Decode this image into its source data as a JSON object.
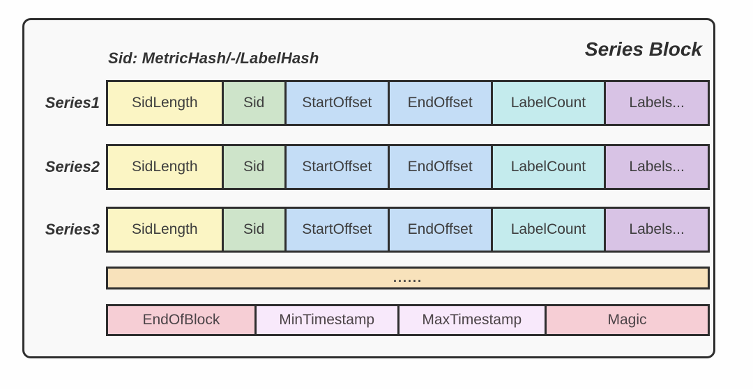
{
  "diagram": {
    "title": "Series Block",
    "subtitle": "Sid: MetricHash/-/LabelHash",
    "ellipsis": "......",
    "rows": [
      {
        "label": "Series1",
        "cells": [
          "SidLength",
          "Sid",
          "StartOffset",
          "EndOffset",
          "LabelCount",
          "Labels..."
        ]
      },
      {
        "label": "Series2",
        "cells": [
          "SidLength",
          "Sid",
          "StartOffset",
          "EndOffset",
          "LabelCount",
          "Labels..."
        ]
      },
      {
        "label": "Series3",
        "cells": [
          "SidLength",
          "Sid",
          "StartOffset",
          "EndOffset",
          "LabelCount",
          "Labels..."
        ]
      }
    ],
    "footer": {
      "cells": [
        "EndOfBlock",
        "MinTimestamp",
        "MaxTimestamp",
        "Magic"
      ]
    },
    "colors": {
      "border": "#2e2e2e",
      "frame_background": "#f9f9f9",
      "sidlength": "#fbf5c4",
      "sid": "#cee4ca",
      "startoffset": "#c4ddf6",
      "endoffset": "#c4ddf6",
      "labelcount": "#c4ebed",
      "labels": "#d8c3e5",
      "ellipsis_bar": "#f8e2bb",
      "endofblock": "#f6ced5",
      "timestamp": "#f8e9fb",
      "magic": "#f6ced5",
      "text": "#3c3c3c"
    }
  }
}
